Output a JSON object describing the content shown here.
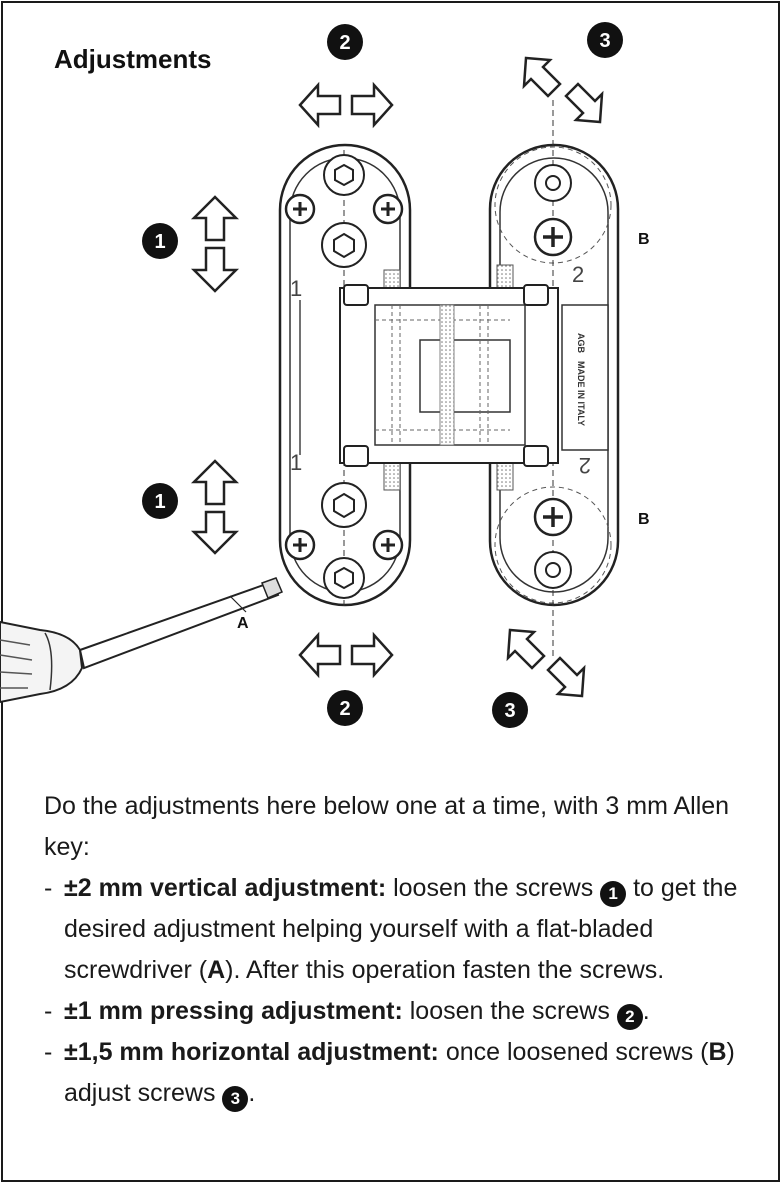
{
  "title": "Adjustments",
  "callouts": {
    "adj1": "1",
    "adj2": "2",
    "adj3": "3",
    "screw_b": "B",
    "screwdriver": "A"
  },
  "hinge": {
    "digit_1": "1",
    "digit_2": "2",
    "brand": "AGB",
    "made_in": "MADE IN ITALY"
  },
  "instructions": {
    "intro": "Do the adjustments here below one at a time, with 3 mm Allen key:",
    "items": [
      {
        "bold": "±2 mm vertical adjustment:",
        "text1": " loosen the screws ",
        "badge": "1",
        "text2": " to get the desired adjustment helping yourself with a flat-bladed screwdriver (",
        "bold2": "A",
        "text3": "). After this operation fasten the screws."
      },
      {
        "bold": "±1 mm pressing adjustment:",
        "text1": " loosen the screws ",
        "badge": "2",
        "text2": "."
      },
      {
        "bold": "±1,5 mm horizontal adjustment:",
        "text1": " once loosened screws (",
        "bold2": "B",
        "text2": ") adjust screws ",
        "badge": "3",
        "text3": "."
      }
    ]
  }
}
